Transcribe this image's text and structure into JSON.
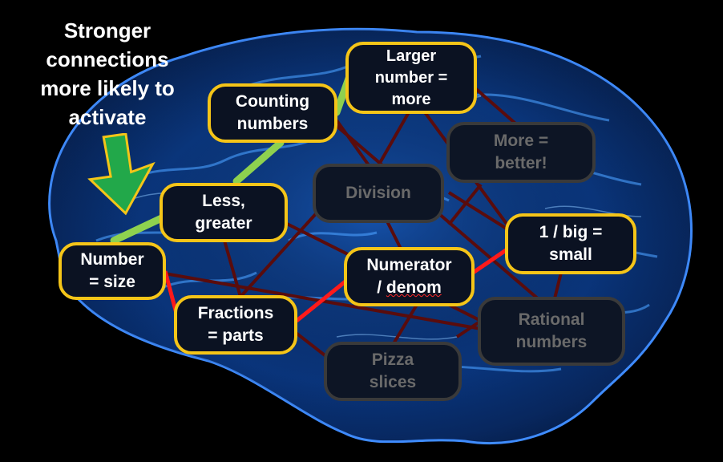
{
  "callout": {
    "text": "Stronger\nconnections\nmore likely to\nactivate"
  },
  "nodes": {
    "number_size": "Number\n= size",
    "counting": "Counting\nnumbers",
    "larger": "Larger\nnumber =\nmore",
    "less_greater": "Less,\ngreater",
    "division": "Division",
    "more_better": "More =\nbetter!",
    "fractions": "Fractions\n= parts",
    "numerator_line1": "Numerator",
    "numerator_line2a": "/ ",
    "numerator_line2b": "denom",
    "one_big": "1 / big =\nsmall",
    "rational": "Rational\nnumbers",
    "pizza": "Pizza\nslices"
  },
  "colors": {
    "active_border": "#f5c518",
    "inactive_border": "#3a3a3a",
    "strong_link": "#8ed14f",
    "red_link": "#ff1a1a",
    "weak_link": "#5a0c0c",
    "arrow": "#22a84a"
  }
}
